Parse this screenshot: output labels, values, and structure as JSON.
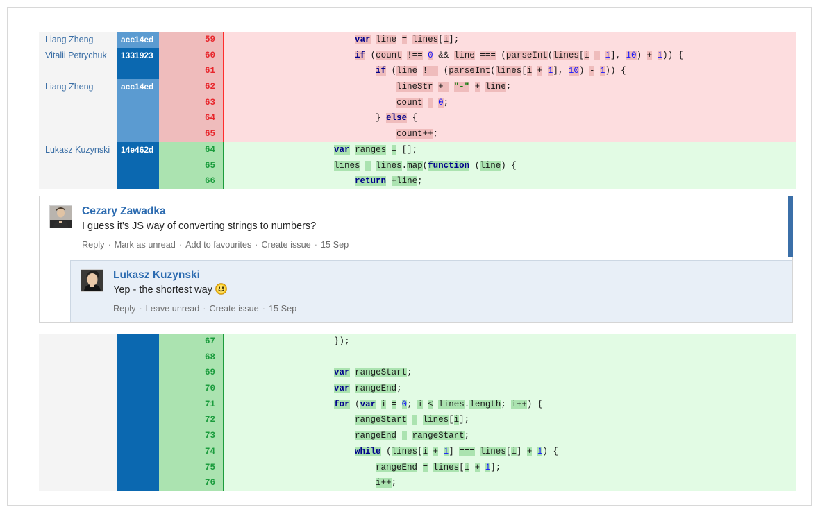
{
  "blocks": {
    "upper": {
      "rows": [
        {
          "author": "Liang Zheng",
          "hash": "acc14ed",
          "hash_style": "a",
          "num": "59",
          "type": "removed",
          "full_hl": false
        },
        {
          "author": "Vitalii Petrychuk",
          "hash": "1331923",
          "hash_style": "b",
          "num": "60",
          "type": "removed",
          "full_hl": false
        },
        {
          "author": "",
          "hash": "",
          "hash_style": "b",
          "num": "61",
          "type": "removed",
          "full_hl": true
        },
        {
          "author": "Liang Zheng",
          "hash": "acc14ed",
          "hash_style": "a",
          "num": "62",
          "type": "removed",
          "full_hl": false
        },
        {
          "author": "",
          "hash": "",
          "hash_style": "a",
          "num": "63",
          "type": "removed",
          "full_hl": false
        },
        {
          "author": "",
          "hash": "",
          "hash_style": "a",
          "num": "64",
          "type": "removed",
          "full_hl": true
        },
        {
          "author": "",
          "hash": "",
          "hash_style": "a",
          "num": "65",
          "type": "removed",
          "full_hl": true
        },
        {
          "author": "Lukasz Kuzynski",
          "hash": "14e462d",
          "hash_style": "c",
          "num": "64",
          "type": "added",
          "full_hl": false
        },
        {
          "author": "",
          "hash": "",
          "hash_style": "c",
          "num": "65",
          "type": "added",
          "full_hl": false
        },
        {
          "author": "",
          "hash": "",
          "hash_style": "c",
          "num": "66",
          "type": "added",
          "full_hl": true
        }
      ],
      "code_text": [
        "                        var line = lines[i];",
        "                        if (count !== 0 && line === (parseInt(lines[i - 1], 10) + 1)) {",
        "                            if (line !== (parseInt(lines[i + 1], 10) - 1)) {",
        "                                lineStr += \"-\" + line;",
        "                                count = 0;",
        "                            } else {",
        "                                count++;",
        "                    var ranges = [];",
        "                    lines = lines.map(function (line) {",
        "                        return +line;"
      ]
    },
    "lower": {
      "rows": [
        {
          "author": "",
          "hash": "",
          "num": "67",
          "type": "added",
          "full_hl": true
        },
        {
          "author": "",
          "hash": "",
          "num": "68",
          "type": "added",
          "full_hl": false
        },
        {
          "author": "",
          "hash": "",
          "num": "69",
          "type": "added",
          "full_hl": true
        },
        {
          "author": "",
          "hash": "",
          "num": "70",
          "type": "added",
          "full_hl": false
        },
        {
          "author": "",
          "hash": "",
          "num": "71",
          "type": "added",
          "full_hl": false
        },
        {
          "author": "",
          "hash": "",
          "num": "72",
          "type": "added",
          "full_hl": false
        },
        {
          "author": "",
          "hash": "",
          "num": "73",
          "type": "added",
          "full_hl": false
        },
        {
          "author": "",
          "hash": "",
          "num": "74",
          "type": "added",
          "full_hl": false
        },
        {
          "author": "",
          "hash": "",
          "num": "75",
          "type": "added",
          "full_hl": false
        },
        {
          "author": "",
          "hash": "",
          "num": "76",
          "type": "added",
          "full_hl": false
        }
      ],
      "code_text": [
        "                    });",
        "",
        "                    var rangeStart;",
        "                    var rangeEnd;",
        "                    for (var i = 0; i < lines.length; i++) {",
        "                        rangeStart = lines[i];",
        "                        rangeEnd = rangeStart;",
        "                        while (lines[i + 1] === lines[i] + 1) {",
        "                            rangeEnd = lines[i + 1];",
        "                            i++;"
      ]
    }
  },
  "comments": {
    "primary": {
      "author": "Cezary Zawadka",
      "text": "I guess it's JS way of converting strings to numbers?",
      "actions": [
        "Reply",
        "Mark as unread",
        "Add to favourites",
        "Create issue"
      ],
      "date": "15 Sep",
      "accent_color": "#3b6fa8"
    },
    "reply": {
      "author": "Lukasz Kuzynski",
      "text": "Yep - the shortest way",
      "emoji": "slightly-smiling-face",
      "actions": [
        "Reply",
        "Leave unread",
        "Create issue"
      ],
      "date": "15 Sep"
    }
  },
  "colors": {
    "removed_bg": "#fddddf",
    "removed_hl": "#efbcbc",
    "removed_num": "#e8262c",
    "added_bg": "#e2fbe4",
    "added_hl": "#abe3b0",
    "added_num": "#1b9c3d",
    "hash_light": "#5b9bd1",
    "hash_dark": "#0b68b0",
    "author_link": "#3a6ea5",
    "comment_reply_bg": "#e8eff7"
  }
}
